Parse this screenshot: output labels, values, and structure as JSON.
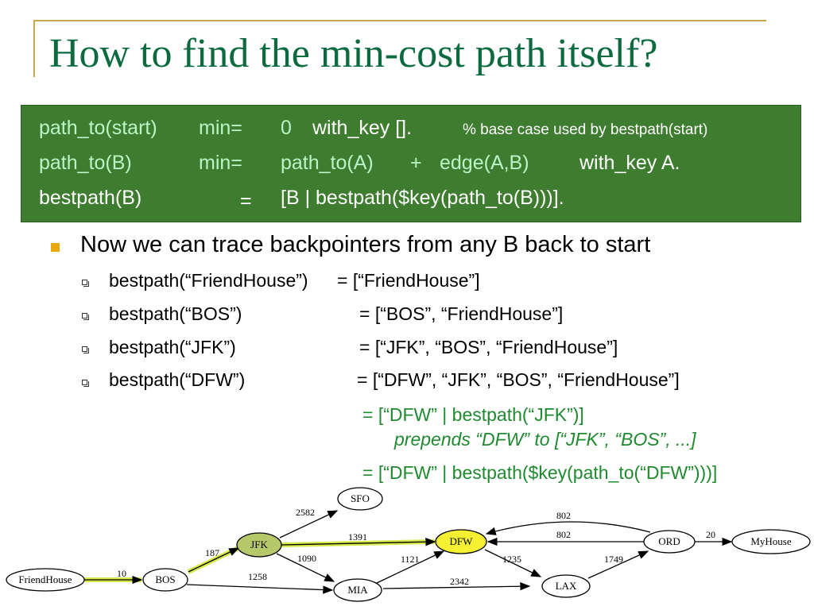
{
  "title": "How to find the min-cost path itself?",
  "box": {
    "row1": {
      "lhs": "path_to(start)",
      "op": "min=",
      "rhs": "0",
      "with_key": "with_key [].",
      "comment": "% base case used by bestpath(start)"
    },
    "row2": {
      "lhs": "path_to(B)",
      "op": "min=",
      "rhs1": "path_to(A)",
      "plus": "+",
      "rhs2": "edge(A,B)",
      "with_key": "with_key A."
    },
    "row3": {
      "lhs": "bestpath(B)",
      "op": "=",
      "rhs": "[B | bestpath($key(path_to(B)))]."
    }
  },
  "bullet_main": "Now we can trace backpointers from any B back to start",
  "sub": [
    {
      "lhs": "bestpath(“FriendHouse”)",
      "rhs": "= [“FriendHouse”]"
    },
    {
      "lhs": "bestpath(“BOS”)",
      "rhs": "= [“BOS”, “FriendHouse”]"
    },
    {
      "lhs": "bestpath(“JFK”)",
      "rhs": "= [“JFK”, “BOS”, “FriendHouse”]"
    },
    {
      "lhs": "bestpath(“DFW”)",
      "rhs": "= [“DFW”, “JFK”, “BOS”, “FriendHouse”]"
    }
  ],
  "green": {
    "line1": "= [“DFW” | bestpath(“JFK”)]",
    "line2": "prepends “DFW” to [“JFK”, “BOS”, ...]",
    "line3": "= [“DFW” | bestpath($key(path_to(“DFW”)))]"
  },
  "graph": {
    "nodes": {
      "friendhouse": "FriendHouse",
      "bos": "BOS",
      "jfk": "JFK",
      "sfo": "SFO",
      "mia": "MIA",
      "dfw": "DFW",
      "lax": "LAX",
      "ord": "ORD",
      "myhouse": "MyHouse"
    },
    "edges": {
      "friendhouse_bos": "10",
      "bos_jfk": "187",
      "bos_mia": "1258",
      "jfk_sfo": "2582",
      "jfk_dfw": "1391",
      "jfk_mia": "1090",
      "mia_dfw": "1121",
      "mia_lax": "2342",
      "dfw_lax": "1235",
      "lax_ord": "1749",
      "ord_dfw_top": "802",
      "ord_dfw_bottom": "802",
      "ord_myhouse": "20"
    },
    "colors": {
      "highlight_edge": "#d6e84a",
      "jfk_fill": "#b7c86a",
      "dfw_fill": "#f5f032"
    }
  }
}
